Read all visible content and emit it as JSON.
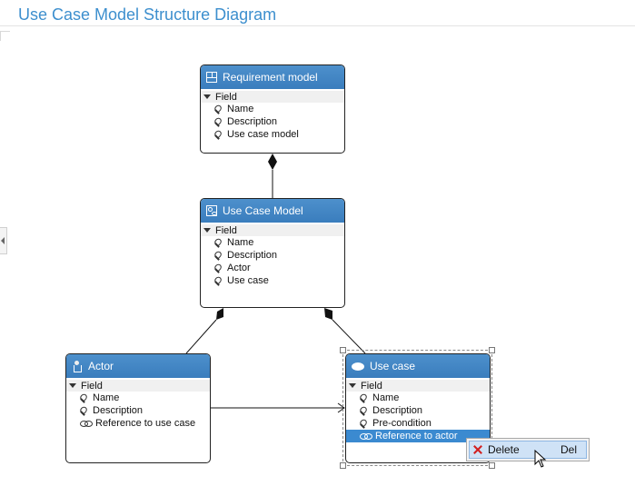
{
  "title": "Use Case Model Structure Diagram",
  "colors": {
    "header": "#3f85c4",
    "title": "#3d8fce",
    "selection": "#3b8ad0",
    "delete_icon": "#d21f1f"
  },
  "boxes": {
    "requirement_model": {
      "name": "Requirement model",
      "icon": "grid-icon",
      "group": "Field",
      "fields": [
        "Name",
        "Description",
        "Use case model"
      ]
    },
    "use_case_model": {
      "name": "Use Case Model",
      "icon": "use-case-model-icon",
      "group": "Field",
      "fields": [
        "Name",
        "Description",
        "Actor",
        "Use case"
      ]
    },
    "actor": {
      "name": "Actor",
      "icon": "actor-icon",
      "group": "Field",
      "fields": [
        "Name",
        "Description",
        "Reference to use case"
      ]
    },
    "use_case": {
      "name": "Use case",
      "icon": "ellipse-icon",
      "group": "Field",
      "fields": [
        "Name",
        "Description",
        "Pre-condition",
        "Reference to actor"
      ]
    }
  },
  "context_menu": {
    "delete_label": "Delete",
    "delete_shortcut": "Del",
    "delete_icon": "red-x-icon"
  }
}
